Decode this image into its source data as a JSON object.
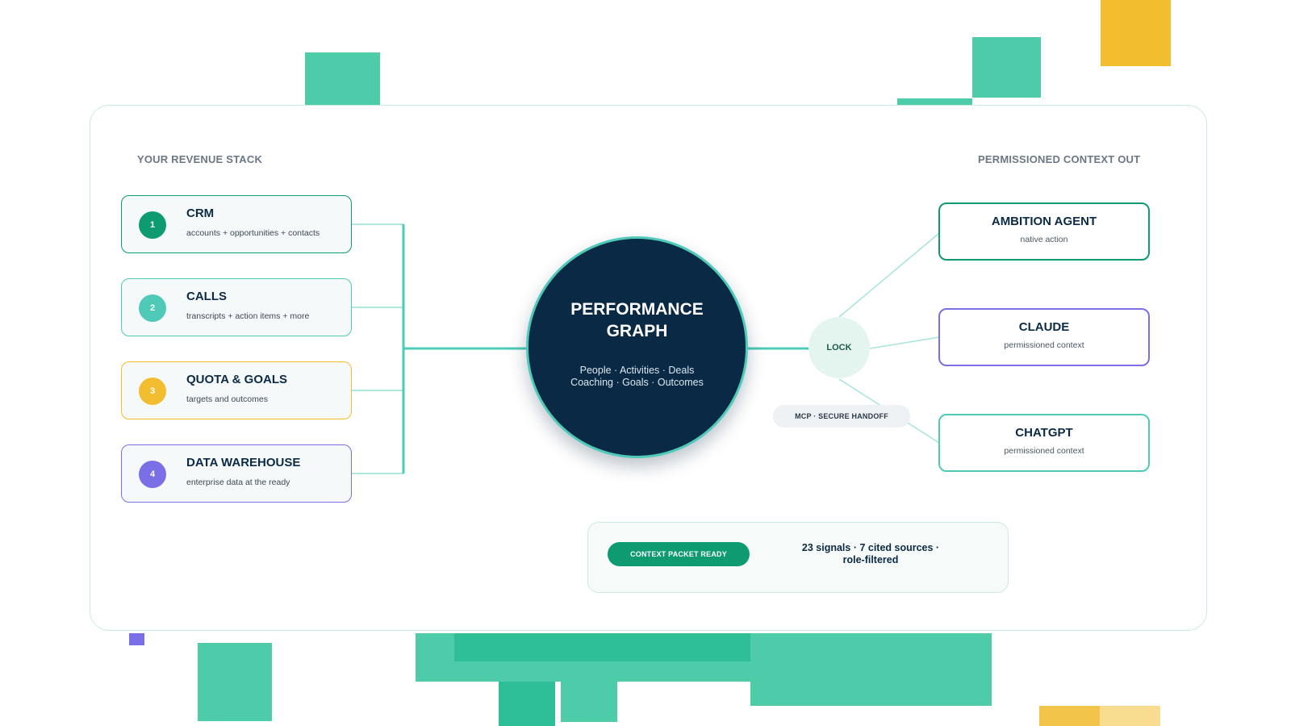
{
  "left_section_title": "YOUR REVENUE STACK",
  "right_section_title": "PERMISSIONED CONTEXT OUT",
  "sources": [
    {
      "number": "1",
      "title": "CRM",
      "subtitle": "accounts + opportunities + contacts",
      "color": "#0e9b72"
    },
    {
      "number": "2",
      "title": "CALLS",
      "subtitle": "transcripts + action items + more",
      "color": "#4fcab8"
    },
    {
      "number": "3",
      "title": "QUOTA & GOALS",
      "subtitle": "targets and outcomes",
      "color": "#f2bd2e"
    },
    {
      "number": "4",
      "title": "DATA WAREHOUSE",
      "subtitle": "enterprise data at the ready",
      "color": "#7b6fe8"
    }
  ],
  "hub": {
    "title_line1": "PERFORMANCE",
    "title_line2": "GRAPH",
    "subtitle_line1": "People · Activities · Deals",
    "subtitle_line2": "Coaching · Goals · Outcomes"
  },
  "lock_label": "LOCK",
  "handoff_label": "MCP · SECURE HANDOFF",
  "destinations": [
    {
      "title": "AMBITION AGENT",
      "subtitle": "native action",
      "color": "#0e9b72"
    },
    {
      "title": "CLAUDE",
      "subtitle": "permissioned context",
      "color": "#7b6fe8"
    },
    {
      "title": "CHATGPT",
      "subtitle": "permissioned context",
      "color": "#4fcab8"
    }
  ],
  "packet": {
    "pill_label": "CONTEXT PACKET READY",
    "line1": "23 signals · 7 cited sources ·",
    "line2": "role-filtered"
  },
  "colors": {
    "teal": "#4fcab8",
    "green": "#0e9b72",
    "navy": "#0a2944",
    "yellow": "#f2bd2e",
    "purple": "#7b6fe8"
  }
}
